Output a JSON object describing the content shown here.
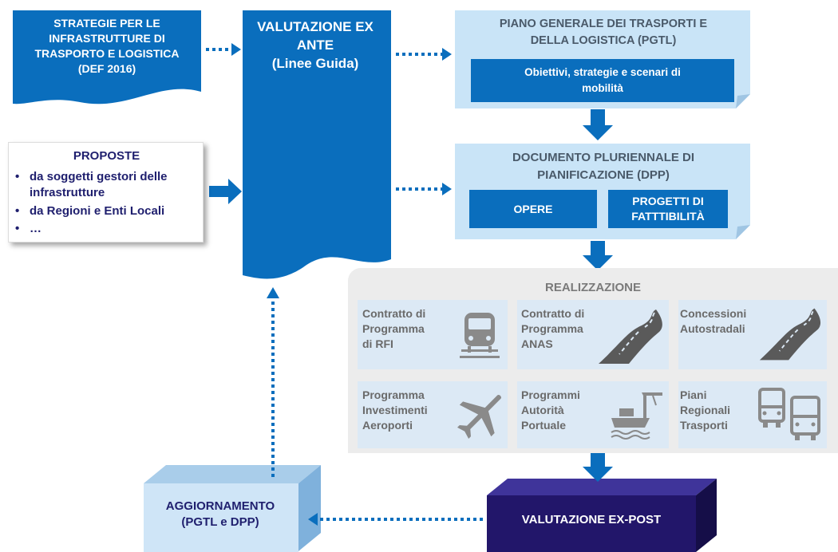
{
  "colors": {
    "dark_blue": "#0a6ebd",
    "light_blue": "#c9e4f7",
    "card_blue": "#dce9f5",
    "navy": "#1f1f6e",
    "expost": "#22166a",
    "gray_panel": "#ececec"
  },
  "strategie": {
    "line1": "STRATEGIE PER LE",
    "line2": "INFRASTRUTTURE DI",
    "line3": "TRASPORTO E LOGISTICA",
    "line4": "(DEF 2016)"
  },
  "proposte": {
    "title": "PROPOSTE",
    "items": [
      {
        "bullet": "•",
        "text": "da soggetti gestori delle"
      },
      {
        "bullet": "",
        "text": "infrastrutture"
      },
      {
        "bullet": "•",
        "text": "da Regioni e Enti Locali"
      },
      {
        "bullet": "•",
        "text": "…"
      }
    ]
  },
  "valutazione": {
    "line1": "VALUTAZIONE EX",
    "line2": "ANTE",
    "line3": "(Linee Guida)"
  },
  "pgtl": {
    "line1": "PIANO GENERALE DEI TRASPORTI E",
    "line2": "DELLA LOGISTICA (PGTL)",
    "inner_line1": "Obiettivi, strategie e scenari di",
    "inner_line2": "mobilità"
  },
  "dpp": {
    "line1": "DOCUMENTO PLURIENNALE DI",
    "line2": "PIANIFICAZIONE (DPP)",
    "opere": "OPERE",
    "progetti_line1": "PROGETTI DI",
    "progetti_line2": "FATTTIBILITÀ"
  },
  "realizzazione": {
    "title": "REALIZZAZIONE",
    "cards": [
      {
        "lines": [
          "Contratto di",
          "Programma",
          "di RFI"
        ],
        "icon": "train-icon"
      },
      {
        "lines": [
          "Contratto di",
          "Programma",
          "ANAS"
        ],
        "icon": "road-icon"
      },
      {
        "lines": [
          "Concessioni",
          "Autostradali"
        ],
        "icon": "road-icon"
      },
      {
        "lines": [
          "Programma",
          "Investimenti",
          "Aeroporti"
        ],
        "icon": "airplane-icon"
      },
      {
        "lines": [
          "Programmi",
          "Autorità",
          "Portuale"
        ],
        "icon": "port-icon"
      },
      {
        "lines": [
          "Piani",
          "Regionali",
          "Trasporti"
        ],
        "icon": "bus-icon"
      }
    ]
  },
  "aggiornamento": {
    "line1": "AGGIORNAMENTO",
    "line2": "(PGTL e DPP)"
  },
  "expost": {
    "label": "VALUTAZIONE EX-POST"
  }
}
